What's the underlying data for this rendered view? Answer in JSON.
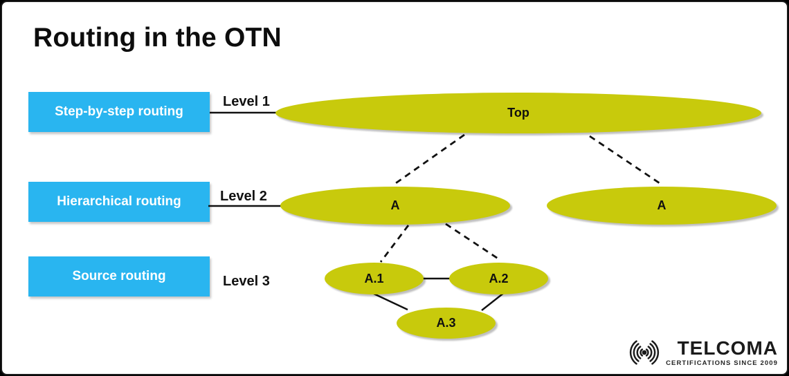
{
  "title": "Routing in the OTN",
  "routing_types": [
    {
      "label": "Step-by-step routing"
    },
    {
      "label": "Hierarchical routing"
    },
    {
      "label": "Source routing"
    }
  ],
  "levels": [
    {
      "label": "Level 1"
    },
    {
      "label": "Level 2"
    },
    {
      "label": "Level 3"
    }
  ],
  "nodes": {
    "top": {
      "label": "Top",
      "level": 1
    },
    "a_left": {
      "label": "A",
      "level": 2
    },
    "a_right": {
      "label": "A",
      "level": 2
    },
    "a1": {
      "label": "A.1",
      "level": 3
    },
    "a2": {
      "label": "A.2",
      "level": 3
    },
    "a3": {
      "label": "A.3",
      "level": 3
    }
  },
  "edges": [
    {
      "from": "Top",
      "to": "A (left)",
      "style": "dashed"
    },
    {
      "from": "Top",
      "to": "A (right)",
      "style": "dashed"
    },
    {
      "from": "A (left)",
      "to": "A.1",
      "style": "dashed"
    },
    {
      "from": "A (left)",
      "to": "A.2",
      "style": "dashed"
    },
    {
      "from": "A.1",
      "to": "A.2",
      "style": "solid"
    },
    {
      "from": "A.1",
      "to": "A.3",
      "style": "solid"
    },
    {
      "from": "A.2",
      "to": "A.3",
      "style": "solid"
    }
  ],
  "logo": {
    "brand": "TELCOMA",
    "tagline": "CERTIFICATIONS SINCE 2009"
  },
  "colors": {
    "accent_blue": "#29b5f0",
    "node_olive": "#c8ca0c",
    "text_black": "#111111",
    "box_text_white": "#ffffff",
    "background": "#ffffff",
    "frame_border": "#1a1a1a"
  }
}
